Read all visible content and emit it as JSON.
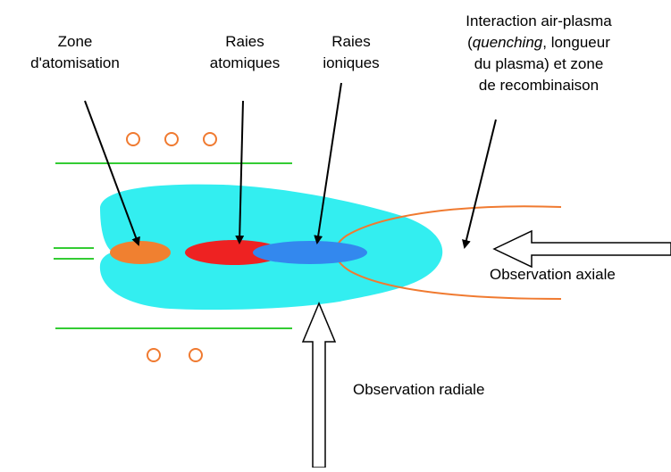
{
  "labels": {
    "atomisation": [
      "Zone",
      "d'atomisation"
    ],
    "atomic": [
      "Raies",
      "atomiques"
    ],
    "ionic": [
      "Raies",
      "ioniques"
    ],
    "interaction": [
      "Interaction air-plasma",
      "",
      "du plasma) et zone",
      "de recombinaison"
    ],
    "interaction_paren_open": "(",
    "interaction_italic": "quenching",
    "interaction_rest": ", longueur",
    "axial": "Observation axiale",
    "radial": "Observation radiale"
  },
  "colors": {
    "plasma": "#33eef0",
    "atomisation_zone": "#f08030",
    "atomic_zone": "#ee2222",
    "ionic_zone": "#3388ee",
    "torch_tubes": "#33cc33",
    "coil": "#f07a30"
  }
}
